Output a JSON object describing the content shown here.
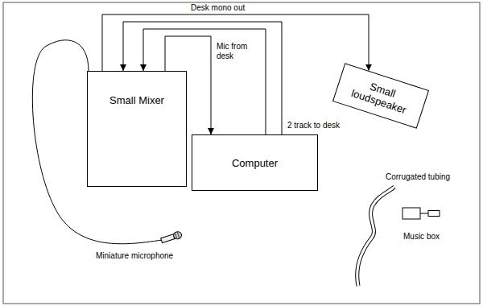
{
  "diagram": {
    "nodes": [
      {
        "text": [
          "Small Mixer"
        ]
      },
      {
        "text": [
          "Computer"
        ]
      },
      {
        "text": [
          "Small loudspeaker"
        ]
      }
    ],
    "edges": [
      {
        "from": 0,
        "to": 2,
        "label": "Desk mono out",
        "arrow": "to"
      },
      {
        "from": 1,
        "to": 0,
        "label": "2 track to desk",
        "arrow": "to"
      },
      {
        "from": 1,
        "to": 0,
        "arrow": "to"
      },
      {
        "from": 0,
        "to": 1,
        "label": "Mic from desk",
        "arrow": "to"
      }
    ],
    "labels": [
      "Miniature microphone",
      "Corrugated tubing",
      "Music box"
    ]
  }
}
